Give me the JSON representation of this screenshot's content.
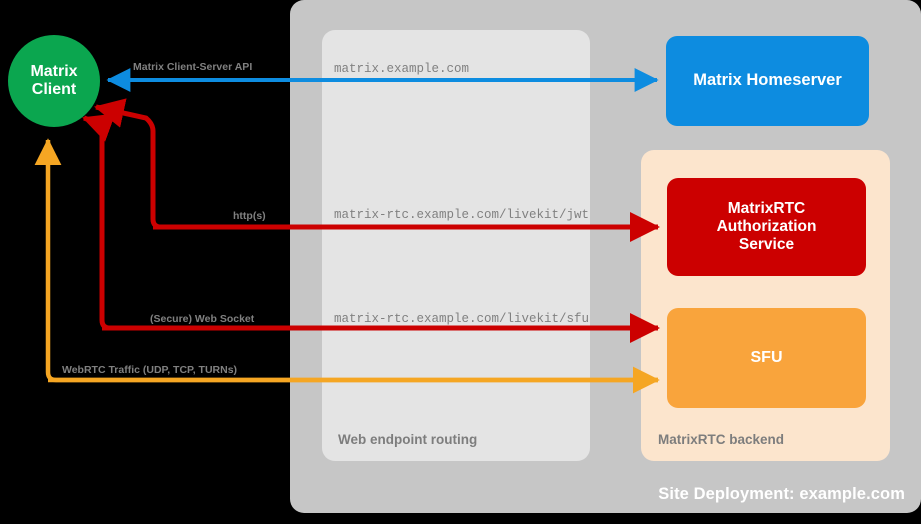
{
  "diagram": {
    "title": "MatrixRTC deployment architecture",
    "site": {
      "label": "Site Deployment: example.com",
      "color": "#c6c6c6"
    },
    "groups": [
      {
        "id": "web-endpoint-routing",
        "label": "Web endpoint routing",
        "color": "#e4e4e4"
      },
      {
        "id": "matrixrtc-backend",
        "label": "MatrixRTC backend",
        "color": "#fce5cd"
      }
    ],
    "nodes": {
      "client": {
        "line1": "Matrix",
        "line2": "Client",
        "color": "#0ba64f",
        "shape": "circle"
      },
      "homeserver": {
        "label": "Matrix Homeserver",
        "color": "#0d8ce0",
        "shape": "rounded-rect"
      },
      "authorization": {
        "line1": "MatrixRTC",
        "line2": "Authorization",
        "line3": "Service",
        "color": "#cc0000",
        "shape": "rounded-rect"
      },
      "sfu": {
        "label": "SFU",
        "color": "#f9a43c",
        "shape": "rounded-rect"
      }
    },
    "endpoints": [
      {
        "id": "cs-api",
        "url": "matrix.example.com"
      },
      {
        "id": "jwt",
        "url": "matrix-rtc.example.com/livekit/jwt"
      },
      {
        "id": "sfu-ws",
        "url": "matrix-rtc.example.com/livekit/sfu"
      }
    ],
    "flows": [
      {
        "id": "cs-api",
        "label": "Matrix Client-Server API",
        "color": "#0d8ce0"
      },
      {
        "id": "https",
        "label": "http(s)",
        "color": "#cc0000"
      },
      {
        "id": "wss",
        "label": "(Secure) Web Socket",
        "color": "#cc0000"
      },
      {
        "id": "webrtc",
        "label": "WebRTC Traffic (UDP, TCP, TURNs)",
        "color": "#f5a623"
      }
    ]
  }
}
